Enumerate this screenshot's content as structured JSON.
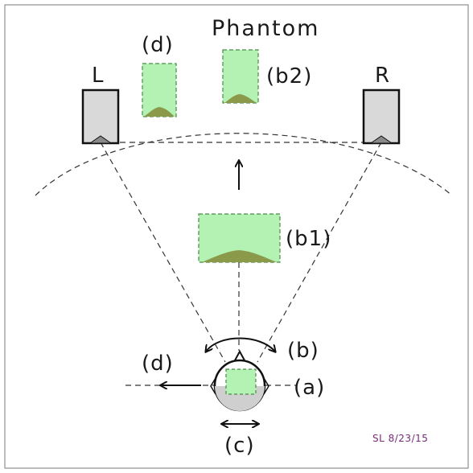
{
  "labels": {
    "phantom": "Phantom",
    "left_speaker": "L",
    "right_speaker": "R",
    "b2": "(b2)",
    "b1": "(b1)",
    "b": "(b)",
    "a": "(a)",
    "c": "(c)",
    "d_top": "(d)",
    "d_left": "(d)",
    "signature": "SL 8/23/15"
  },
  "colors": {
    "phantom_fill": "#b3f2b3",
    "phantom_stroke": "#4a8a4a",
    "speaker_fill": "#d9d9d9",
    "cone_fill": "#8a8a8a",
    "phantom_cone_fill": "#8a9a4a",
    "signature": "#7a2a7a"
  }
}
